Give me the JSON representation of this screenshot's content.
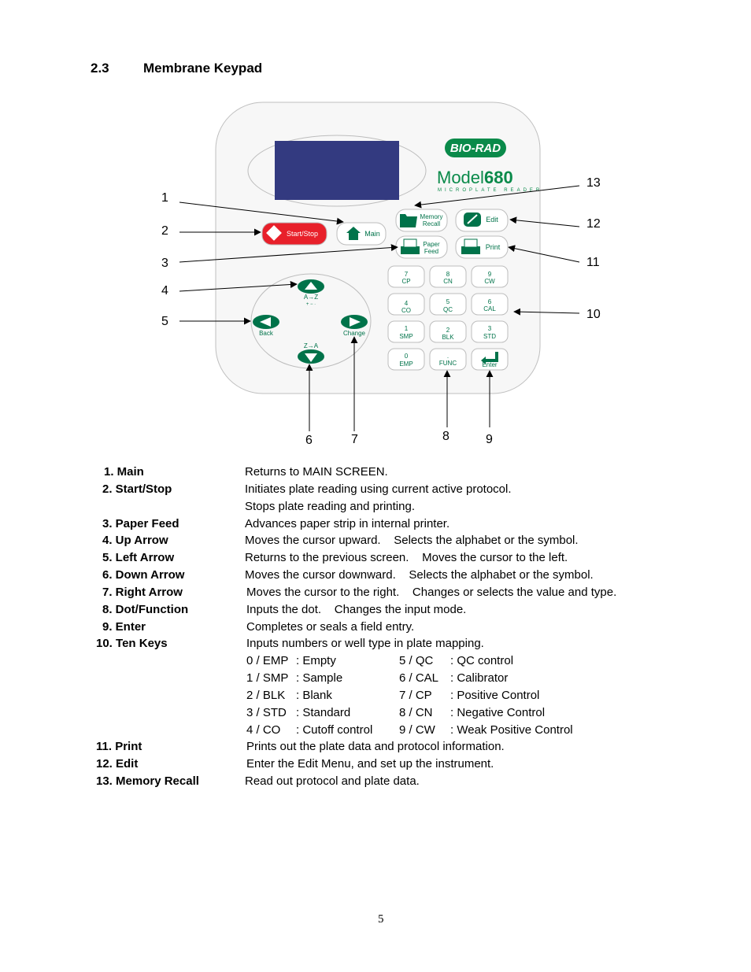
{
  "section": {
    "number": "2.3",
    "title": "Membrane Keypad"
  },
  "keypad": {
    "brand": "BIO-RAD",
    "model_prefix": "Model",
    "model_number": "680",
    "model_subtitle": "MICROPLATE READER",
    "buttons": {
      "start_stop": "Start/Stop",
      "main": "Main",
      "memory_recall_line1": "Memory",
      "memory_recall_line2": "Recall",
      "edit": "Edit",
      "paper_feed_line1": "Paper",
      "paper_feed_line2": "Feed",
      "print": "Print",
      "up_label": "A→Z",
      "up_sublabel": "+ − ·",
      "down_label": "Z→A",
      "left_label": "Back",
      "right_label": "Change",
      "enter": "Enter",
      "func": "FUNC",
      "func_dot": "."
    },
    "numkeys": [
      {
        "num": "7",
        "code": "CP"
      },
      {
        "num": "8",
        "code": "CN"
      },
      {
        "num": "9",
        "code": "CW"
      },
      {
        "num": "4",
        "code": "CO"
      },
      {
        "num": "5",
        "code": "QC"
      },
      {
        "num": "6",
        "code": "CAL"
      },
      {
        "num": "1",
        "code": "SMP"
      },
      {
        "num": "2",
        "code": "BLK"
      },
      {
        "num": "3",
        "code": "STD"
      },
      {
        "num": "0",
        "code": "EMP"
      }
    ],
    "callouts": [
      "1",
      "2",
      "3",
      "4",
      "5",
      "6",
      "7",
      "8",
      "9",
      "10",
      "11",
      "12",
      "13"
    ]
  },
  "descriptions": [
    {
      "term": "1. Main",
      "desc": "Returns to MAIN SCREEN."
    },
    {
      "term": "2. Start/Stop",
      "desc": "Initiates plate reading using current active protocol."
    },
    {
      "term": "",
      "desc": "Stops plate reading and printing."
    },
    {
      "term": "3. Paper Feed",
      "desc": "Advances paper strip in internal printer."
    },
    {
      "term": "4. Up Arrow",
      "desc": "Moves the cursor upward.    Selects the alphabet or the symbol."
    },
    {
      "term": "5. Left Arrow",
      "desc": "Returns to the previous screen.    Moves the cursor to the left."
    },
    {
      "term": "6. Down Arrow",
      "desc": "Moves the cursor downward.    Selects the alphabet or the symbol."
    },
    {
      "term": "7. Right Arrow",
      "desc": "Moves the cursor to the right.    Changes or selects the value and type."
    },
    {
      "term": "8. Dot/Function",
      "desc": "Inputs the dot.    Changes the input mode."
    },
    {
      "term": "9. Enter",
      "desc": "Completes or seals a field entry."
    },
    {
      "term": "10. Ten Keys",
      "desc": "Inputs numbers or well type in plate mapping."
    }
  ],
  "ten_keys_table": [
    {
      "key": "0 / EMP",
      "meaning": ": Empty",
      "key2": "5 / QC",
      "meaning2": ": QC control"
    },
    {
      "key": "1 / SMP",
      "meaning": ": Sample",
      "key2": "6 / CAL",
      "meaning2": ": Calibrator"
    },
    {
      "key": "2 / BLK",
      "meaning": ": Blank",
      "key2": "7 / CP",
      "meaning2": ": Positive Control"
    },
    {
      "key": "3 / STD",
      "meaning": ": Standard",
      "key2": "8 / CN",
      "meaning2": ": Negative Control"
    },
    {
      "key": "4 / CO",
      "meaning": ": Cutoff control",
      "key2": "9 / CW",
      "meaning2": ": Weak Positive Control"
    }
  ],
  "descriptions_tail": [
    {
      "term": "11. Print",
      "desc": "Prints out the plate data and protocol information."
    },
    {
      "term": "12. Edit",
      "desc": "Enter the Edit Menu, and set up the instrument."
    },
    {
      "term": "13. Memory Recall",
      "desc": "Read out protocol and plate data."
    }
  ],
  "page_number": "5",
  "colors": {
    "button_green": "#00734a",
    "start_red": "#e8202a",
    "display_blue": "#333a80",
    "brand_green": "#0a8a4a"
  }
}
